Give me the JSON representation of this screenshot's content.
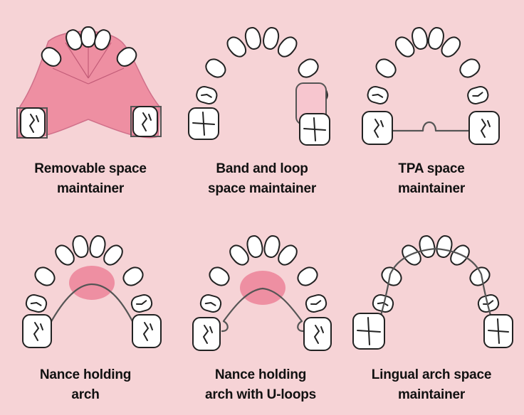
{
  "panels": [
    {
      "id": "removable",
      "line1": "Removable space",
      "line2": "maintainer"
    },
    {
      "id": "band-loop",
      "line1": "Band and loop",
      "line2": "space maintainer"
    },
    {
      "id": "tpa",
      "line1": "TPA space",
      "line2": "maintainer"
    },
    {
      "id": "nance",
      "line1": "Nance holding",
      "line2": "arch"
    },
    {
      "id": "nance-uloops",
      "line1": "Nance holding",
      "line2": "arch with U-loops"
    },
    {
      "id": "lingual-arch",
      "line1": "Lingual arch space",
      "line2": "maintainer"
    }
  ],
  "colors": {
    "background": "#f6d3d6",
    "appliance_pink": "#ee8fa2",
    "tooth_fill": "#ffffff",
    "outline": "#222222",
    "wire": "#555555",
    "band_fill": "#f7c6cf"
  }
}
